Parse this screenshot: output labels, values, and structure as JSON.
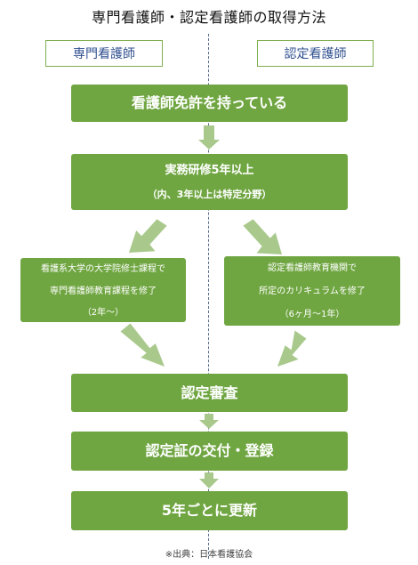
{
  "title": "専門看護師・認定看護師の取得方法",
  "labels": {
    "left": "専門看護師",
    "right": "認定看護師"
  },
  "steps": {
    "license": "看護師免許を持っている",
    "training_line1": "実務研修5年以上",
    "training_line2": "（内、3年以上は特定分野）",
    "grad_line1": "看護系大学の大学院修士課程で",
    "grad_line2": "専門看護師教育課程を修了",
    "grad_line3": "（2年〜）",
    "inst_line1": "認定看護師教育機関で",
    "inst_line2": "所定のカリキュラムを修了",
    "inst_line3": "（6ヶ月〜1年）",
    "review": "認定審査",
    "issue": "認定証の交付・登録",
    "renew": "5年ごとに更新"
  },
  "source": "※出典：日本看護協会",
  "colors": {
    "box_green": "#70a642",
    "arrow_green": "#a9c98c",
    "label_border": "#7fae4f",
    "label_text": "#2f4f8f",
    "divider": "#5a6b8c"
  }
}
